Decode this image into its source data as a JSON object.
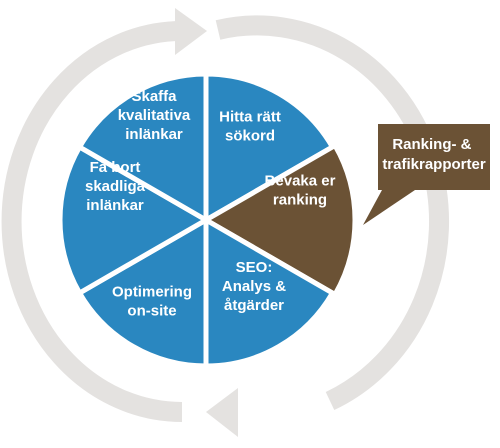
{
  "diagram": {
    "segments": [
      {
        "id": "hitta-ratt-sokord",
        "lines": [
          "Hitta rätt",
          "sökord"
        ],
        "color": "#2a87c0",
        "highlighted": false
      },
      {
        "id": "bevaka-er-ranking",
        "lines": [
          "Bevaka er",
          "ranking"
        ],
        "color": "#6b5235",
        "highlighted": true
      },
      {
        "id": "seo-analys-atgarder",
        "lines": [
          "SEO:",
          "Analys &",
          "åtgärder"
        ],
        "color": "#2a87c0",
        "highlighted": false
      },
      {
        "id": "optimering-on-site",
        "lines": [
          "Optimering",
          "on-site"
        ],
        "color": "#2a87c0",
        "highlighted": false
      },
      {
        "id": "fa-bort-skadliga-inlankar",
        "lines": [
          "Få bort",
          "skadliga",
          "inlänkar"
        ],
        "color": "#2a87c0",
        "highlighted": false
      },
      {
        "id": "skaffa-kvalitativa-inlankar",
        "lines": [
          "Skaffa",
          "kvalitativa",
          "inlänkar"
        ],
        "color": "#2a87c0",
        "highlighted": false
      }
    ],
    "callout": {
      "lines": [
        "Ranking- &",
        "trafikrapporter"
      ],
      "color": "#6b5235"
    },
    "cycle_arrow_color": "#e4e2e0",
    "divider_color": "#ffffff"
  }
}
